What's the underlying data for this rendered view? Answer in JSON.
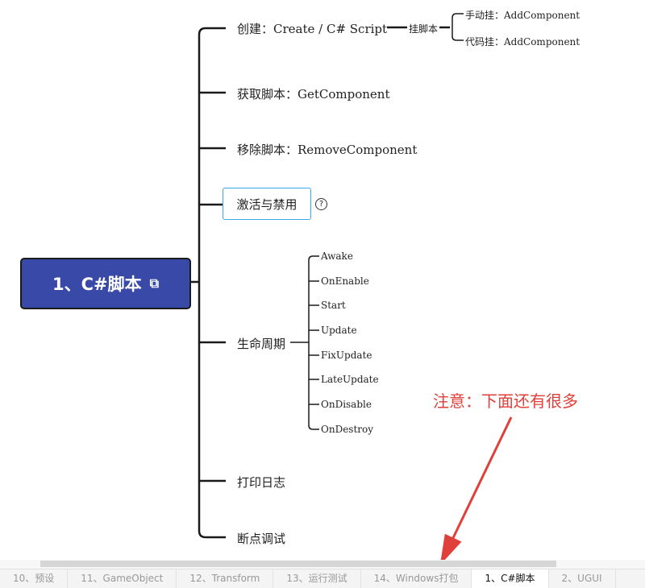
{
  "root": {
    "label": "1、C#脚本",
    "icon": "link-icon"
  },
  "branches": [
    {
      "label": "创建：Create / C# Script"
    },
    {
      "label": "获取脚本：GetComponent"
    },
    {
      "label": "移除脚本：RemoveComponent"
    },
    {
      "label": "激活与禁用",
      "help": "?"
    },
    {
      "label": "生命周期"
    },
    {
      "label": "打印日志"
    },
    {
      "label": "断点调试"
    }
  ],
  "attach": {
    "label": "挂脚本",
    "children": [
      "手动挂：AddComponent",
      "代码挂：AddComponent"
    ]
  },
  "lifecycle": [
    "Awake",
    "OnEnable",
    "Start",
    "Update",
    "FixUpdate",
    "LateUpdate",
    "OnDisable",
    "OnDestroy"
  ],
  "annotation": "注意：下面还有很多",
  "tabs": [
    "10、预设",
    "11、GameObject",
    "12、Transform",
    "13、运行测试",
    "14、Windows打包",
    "1、C#脚本",
    "2、UGUI"
  ],
  "active_tab": "1、C#脚本",
  "colors": {
    "root": "#3949a8",
    "note": "#e0403a",
    "selection": "#3aa9e8"
  }
}
